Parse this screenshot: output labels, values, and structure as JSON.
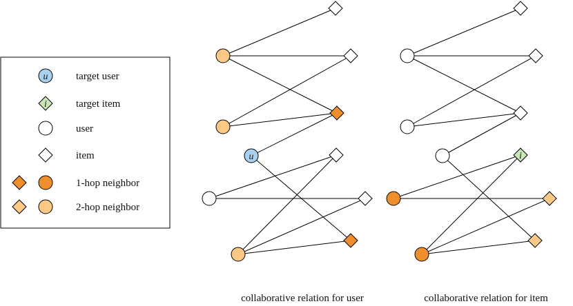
{
  "colors": {
    "target_user": "#a9d1ee",
    "target_item": "#c9e7b6",
    "plain": "#ffffff",
    "hop1": "#ef8e2c",
    "hop2": "#fbc886",
    "edge": "#000000"
  },
  "legend": {
    "target_user_label": "target user",
    "target_user_symbol": "u",
    "target_item_label": "target item",
    "target_item_symbol": "i",
    "user_label": "user",
    "item_label": "item",
    "hop1_label": "1-hop neighbor",
    "hop2_label": "2-hop neighbor"
  },
  "panels": [
    {
      "caption": "collaborative relation for user",
      "nodes": [
        {
          "id": "I1",
          "kind": "item",
          "role": "plain"
        },
        {
          "id": "I2",
          "kind": "item",
          "role": "plain"
        },
        {
          "id": "I3",
          "kind": "item",
          "role": "hop1"
        },
        {
          "id": "I4",
          "kind": "item",
          "role": "plain"
        },
        {
          "id": "I5",
          "kind": "item",
          "role": "plain"
        },
        {
          "id": "I6",
          "kind": "item",
          "role": "hop1"
        },
        {
          "id": "U1",
          "kind": "user",
          "role": "hop2"
        },
        {
          "id": "U2",
          "kind": "user",
          "role": "hop2"
        },
        {
          "id": "U3",
          "kind": "user",
          "role": "target",
          "symbol": "u"
        },
        {
          "id": "U4",
          "kind": "user",
          "role": "plain"
        },
        {
          "id": "U5",
          "kind": "user",
          "role": "hop2"
        }
      ],
      "edges": [
        [
          "U1",
          "I1"
        ],
        [
          "U1",
          "I2"
        ],
        [
          "U1",
          "I3"
        ],
        [
          "U2",
          "I2"
        ],
        [
          "U2",
          "I3"
        ],
        [
          "U3",
          "I3"
        ],
        [
          "U3",
          "I6"
        ],
        [
          "U4",
          "I4"
        ],
        [
          "U4",
          "I5"
        ],
        [
          "U5",
          "I4"
        ],
        [
          "U5",
          "I5"
        ],
        [
          "U5",
          "I6"
        ]
      ]
    },
    {
      "caption": "collaborative relation for item",
      "nodes": [
        {
          "id": "I1",
          "kind": "item",
          "role": "plain"
        },
        {
          "id": "I2",
          "kind": "item",
          "role": "plain"
        },
        {
          "id": "I3",
          "kind": "item",
          "role": "plain"
        },
        {
          "id": "I4",
          "kind": "item",
          "role": "target",
          "symbol": "i"
        },
        {
          "id": "I5",
          "kind": "item",
          "role": "hop2"
        },
        {
          "id": "I6",
          "kind": "item",
          "role": "hop2"
        },
        {
          "id": "U1",
          "kind": "user",
          "role": "plain"
        },
        {
          "id": "U2",
          "kind": "user",
          "role": "plain"
        },
        {
          "id": "U3",
          "kind": "user",
          "role": "plain"
        },
        {
          "id": "U4",
          "kind": "user",
          "role": "hop1"
        },
        {
          "id": "U5",
          "kind": "user",
          "role": "hop1"
        }
      ],
      "edges": [
        [
          "U1",
          "I1"
        ],
        [
          "U1",
          "I2"
        ],
        [
          "U1",
          "I3"
        ],
        [
          "U2",
          "I2"
        ],
        [
          "U2",
          "I3"
        ],
        [
          "U3",
          "I3"
        ],
        [
          "U3",
          "I6"
        ],
        [
          "U4",
          "I4"
        ],
        [
          "U4",
          "I5"
        ],
        [
          "U5",
          "I4"
        ],
        [
          "U5",
          "I5"
        ],
        [
          "U5",
          "I6"
        ]
      ]
    }
  ]
}
